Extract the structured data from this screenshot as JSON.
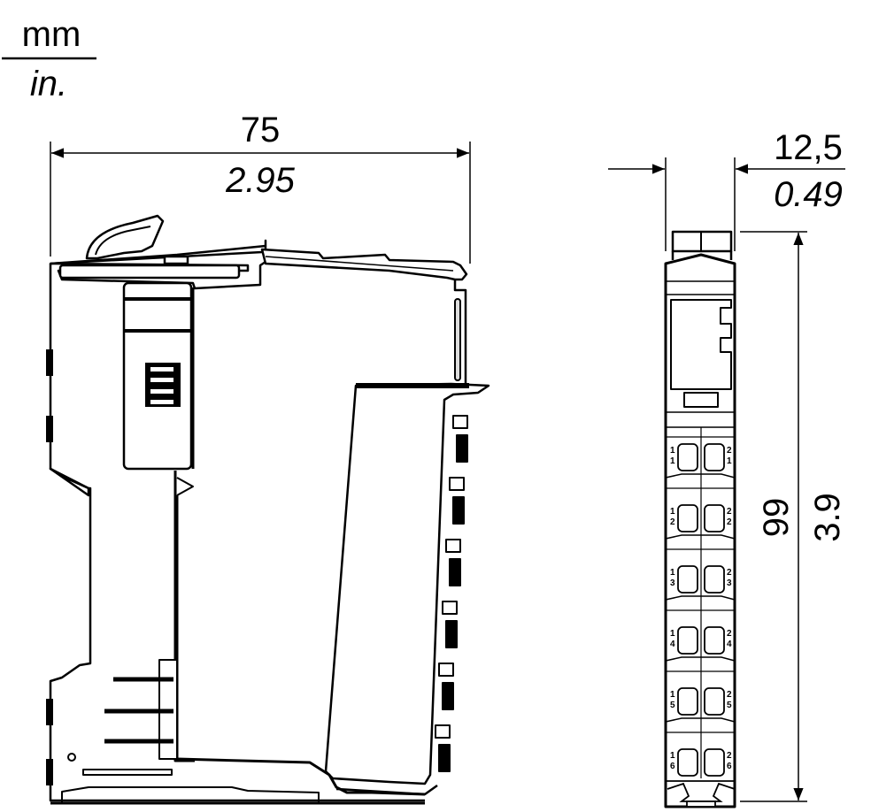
{
  "units": {
    "primary": "mm",
    "secondary": "in."
  },
  "side_view": {
    "width_dimension": {
      "mm": "75",
      "in": "2.95"
    }
  },
  "front_view": {
    "width_dimension": {
      "mm": "12,5",
      "in": "0.49"
    },
    "height_dimension": {
      "mm": "99",
      "in": "3.9"
    },
    "terminals": [
      {
        "left_top": "1",
        "left_bottom": "1",
        "right_top": "2",
        "right_bottom": "1"
      },
      {
        "left_top": "1",
        "left_bottom": "2",
        "right_top": "2",
        "right_bottom": "2"
      },
      {
        "left_top": "1",
        "left_bottom": "3",
        "right_top": "2",
        "right_bottom": "3"
      },
      {
        "left_top": "1",
        "left_bottom": "4",
        "right_top": "2",
        "right_bottom": "4"
      },
      {
        "left_top": "1",
        "left_bottom": "5",
        "right_top": "2",
        "right_bottom": "5"
      },
      {
        "left_top": "1",
        "left_bottom": "6",
        "right_top": "2",
        "right_bottom": "6"
      }
    ]
  },
  "colors": {
    "line": "#000000",
    "background": "#ffffff"
  }
}
